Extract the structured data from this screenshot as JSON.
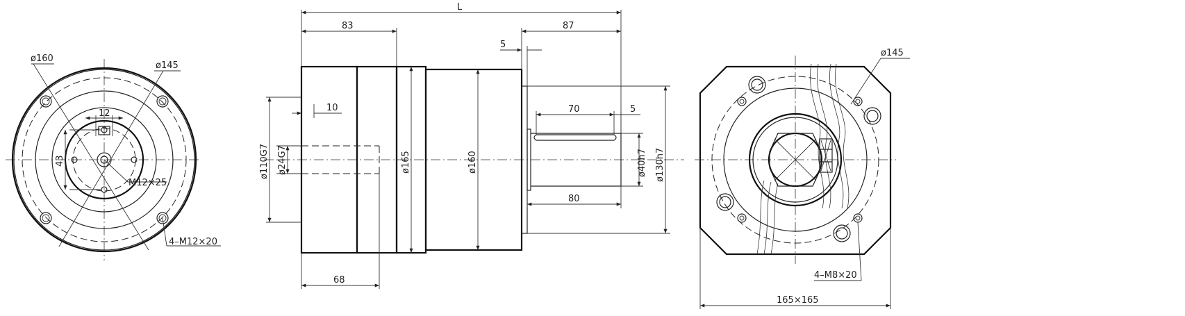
{
  "front_view": {
    "d160": "ø160",
    "d145": "ø145",
    "dim12": "12",
    "dim43": "43",
    "tap_center": "M12×25",
    "holes": "4–M12×20"
  },
  "side_view": {
    "overall": "L",
    "d83": "83",
    "d87": "87",
    "d5a": "5",
    "d10": "10",
    "d70": "70",
    "d5b": "5",
    "d110": "ø110G7",
    "d24": "ø24G7",
    "d165": "ø165",
    "d160": "ø160",
    "d40": "ø40h7",
    "d130": "ø130h7",
    "d80": "80",
    "d68": "68"
  },
  "rear_view": {
    "d145": "ø145",
    "holes": "4–M8×20",
    "square": "165×165"
  }
}
